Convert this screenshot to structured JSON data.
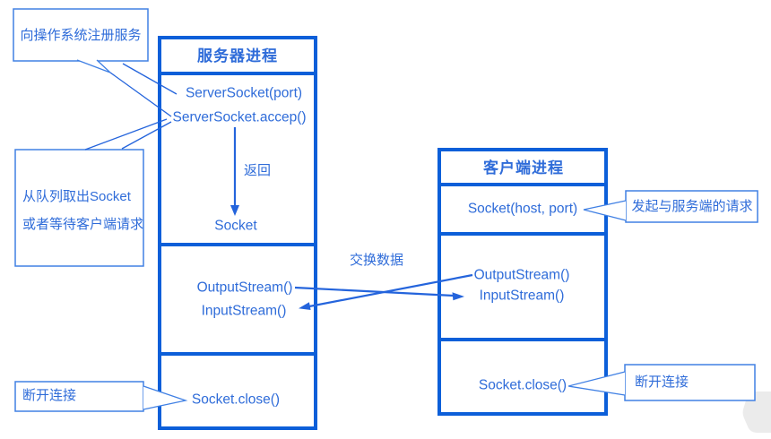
{
  "server": {
    "title": "服务器进程",
    "server_socket": "ServerSocket(port)",
    "accept": "ServerSocket.accep()",
    "return_label": "返回",
    "socket": "Socket",
    "output_stream": "OutputStream()",
    "input_stream": "InputStream()",
    "close": "Socket.close()"
  },
  "client": {
    "title": "客户端进程",
    "socket": "Socket(host, port)",
    "output_stream": "OutputStream()",
    "input_stream": "InputStream()",
    "close": "Socket.close()"
  },
  "labels": {
    "exchange_data": "交换数据"
  },
  "callouts": {
    "register_service": "向操作系统注册服务",
    "dequeue_line1": "从队列取出Socket",
    "dequeue_line2": "或者等待客户端请求",
    "initiate_request": "发起与服务端的请求",
    "disconnect_left": "断开连接",
    "disconnect_right": "断开连接"
  },
  "colors": {
    "box_border": "#0c5fd9",
    "callout_border": "#4080e4",
    "text_blue": "#2f6cd9",
    "line_blue": "#2464dc",
    "watermark_gray": "#ebebeb"
  }
}
